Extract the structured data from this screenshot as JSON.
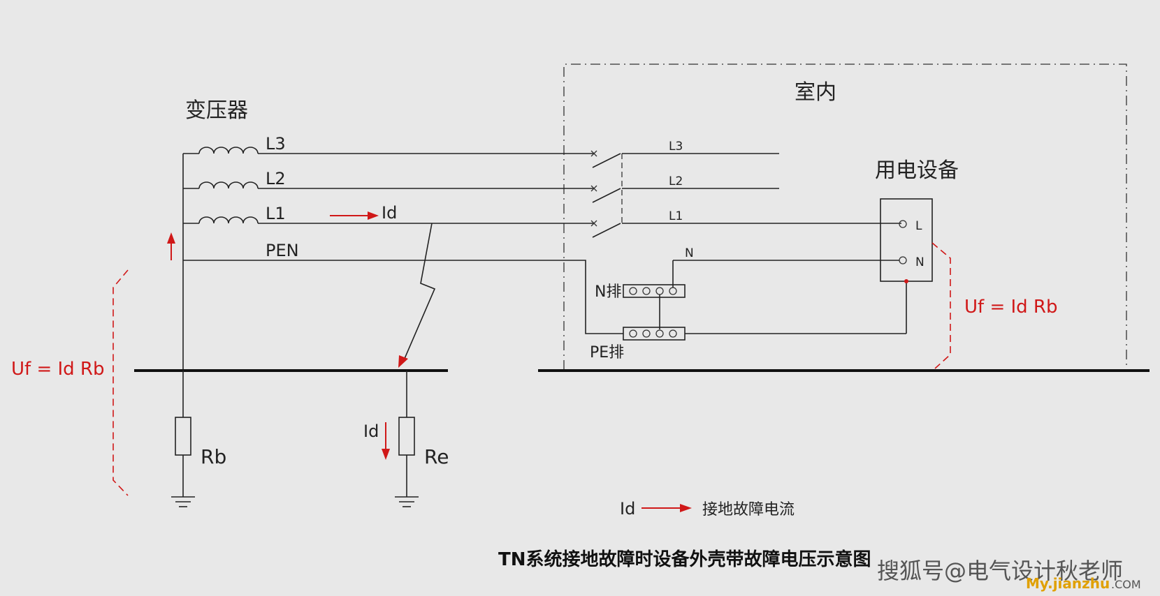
{
  "labels": {
    "transformer": "变压器",
    "indoor": "室内",
    "equipment": "用电设备",
    "l3": "L3",
    "l2": "L2",
    "l1": "L1",
    "pen": "PEN",
    "l3_in": "L3",
    "l2_in": "L2",
    "l1_in": "L1",
    "n_in": "N",
    "n_bar": "N排",
    "pe_bar": "PE排",
    "term_l": "L",
    "term_n": "N",
    "id_fault": "Id",
    "id_earth": "Id",
    "rb": "Rb",
    "re": "Re",
    "uf_left": "Uf = Id Rb",
    "uf_right": "Uf = Id Rb",
    "legend_symbol": "Id",
    "legend_text": "接地故障电流"
  },
  "title": "TN系统接地故障时设备外壳带故障电压示意图",
  "watermark": {
    "sohu": "搜狐号@电气设计秋老师",
    "site": "My.jianzhu",
    "site_suffix": ".COM"
  },
  "colors": {
    "accent_red": "#d01818",
    "line": "#222222",
    "background": "#e8e8e8"
  }
}
